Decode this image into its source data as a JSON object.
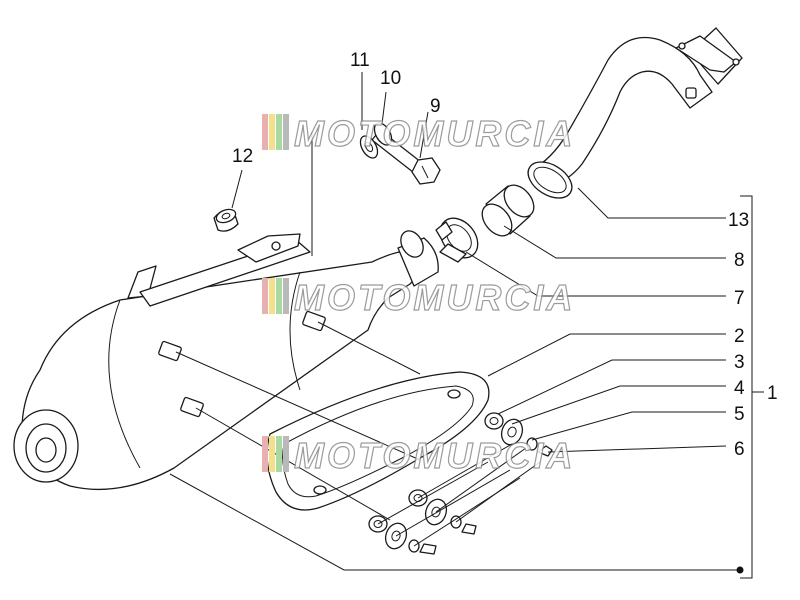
{
  "watermark": {
    "text": "MOTOMURCIA",
    "stripe_colors": [
      "#e8b0b0",
      "#f2e08a",
      "#a9d9a2",
      "#b9b9b9"
    ]
  },
  "callouts": [
    {
      "id": "11",
      "label": "11"
    },
    {
      "id": "10",
      "label": "10"
    },
    {
      "id": "9",
      "label": "9"
    },
    {
      "id": "12",
      "label": "12"
    },
    {
      "id": "13",
      "label": "13"
    },
    {
      "id": "8",
      "label": "8"
    },
    {
      "id": "7",
      "label": "7"
    },
    {
      "id": "2",
      "label": "2"
    },
    {
      "id": "3",
      "label": "3"
    },
    {
      "id": "4",
      "label": "4"
    },
    {
      "id": "5",
      "label": "5"
    },
    {
      "id": "6",
      "label": "6"
    },
    {
      "id": "1",
      "label": "1"
    }
  ]
}
